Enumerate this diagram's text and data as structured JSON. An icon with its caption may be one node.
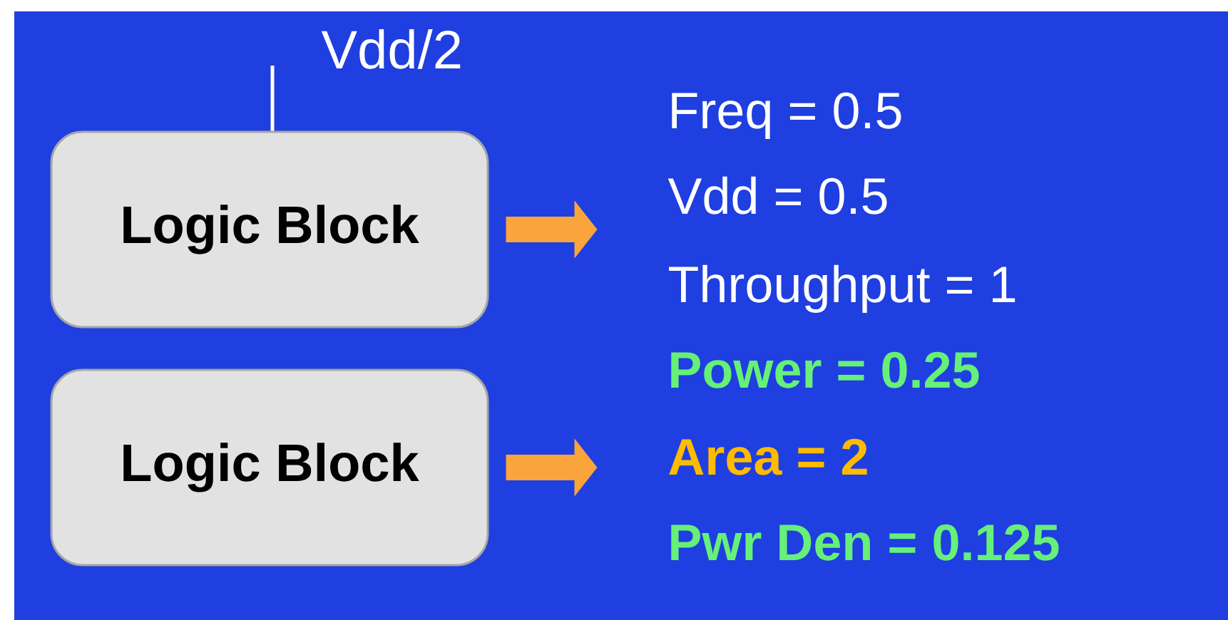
{
  "diagram": {
    "nodes": [
      {
        "text": [
          "Logic Block"
        ]
      },
      {
        "text": [
          "Logic Block"
        ]
      }
    ],
    "edges": [
      {
        "from": 0,
        "to": null,
        "arrow": "to"
      },
      {
        "from": 1,
        "to": null,
        "arrow": "to"
      }
    ],
    "labels": [
      "Vdd/2",
      "Freq = 0.5",
      "Vdd  = 0.5",
      "Throughput = 1",
      "Power = 0.25",
      "Area = 2",
      "Pwr Den = 0.125"
    ]
  }
}
